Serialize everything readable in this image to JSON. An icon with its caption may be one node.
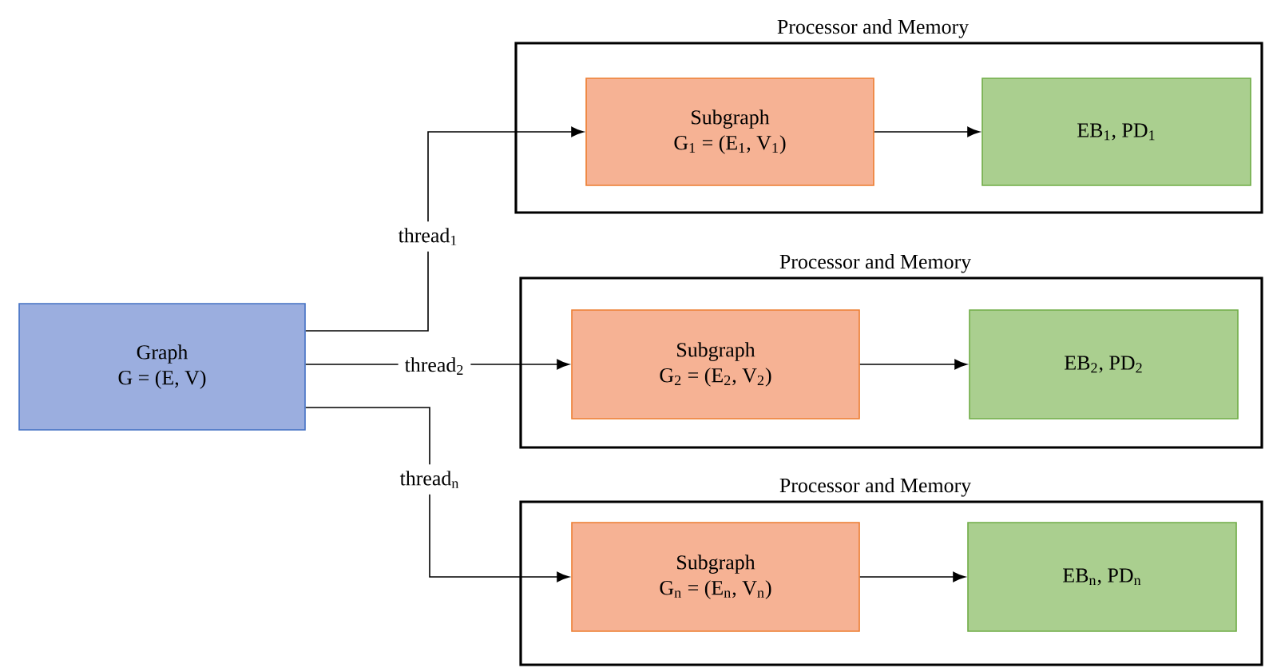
{
  "diagram": {
    "nodes": [
      {
        "text": [
          "Graph",
          "G = (E, V)"
        ]
      },
      {
        "text": [
          "Processor and Memory"
        ]
      },
      {
        "text": [
          "Subgraph",
          "G$_{1}$ = (E$_{1}$, V$_{1}$)"
        ],
        "in": 1
      },
      {
        "text": [
          "EB$_{1}$, PD$_{1}$"
        ],
        "in": 1
      },
      {
        "text": [
          "Processor and Memory"
        ]
      },
      {
        "text": [
          "Subgraph",
          "G$_{2}$ = (E$_{2}$, V$_{2}$)"
        ],
        "in": 4
      },
      {
        "text": [
          "EB$_{2}$, PD$_{2}$"
        ],
        "in": 4
      },
      {
        "text": [
          "Processor and Memory"
        ]
      },
      {
        "text": [
          "Subgraph",
          "G$_{n}$ = (E$_{n}$, V$_{n}$)"
        ],
        "in": 7
      },
      {
        "text": [
          "EB$_{n}$, PD$_{n}$"
        ],
        "in": 7
      }
    ],
    "edges": [
      {
        "from": 0,
        "to": 2,
        "arrow": "to",
        "label": "thread$_{1}$"
      },
      {
        "from": 0,
        "to": 5,
        "arrow": "to",
        "label": "thread$_{2}$"
      },
      {
        "from": 0,
        "to": 8,
        "arrow": "to",
        "label": "thread$_{n}$"
      },
      {
        "from": 2,
        "to": 3,
        "arrow": "to"
      },
      {
        "from": 5,
        "to": 6,
        "arrow": "to"
      },
      {
        "from": 8,
        "to": 9,
        "arrow": "to"
      }
    ]
  }
}
